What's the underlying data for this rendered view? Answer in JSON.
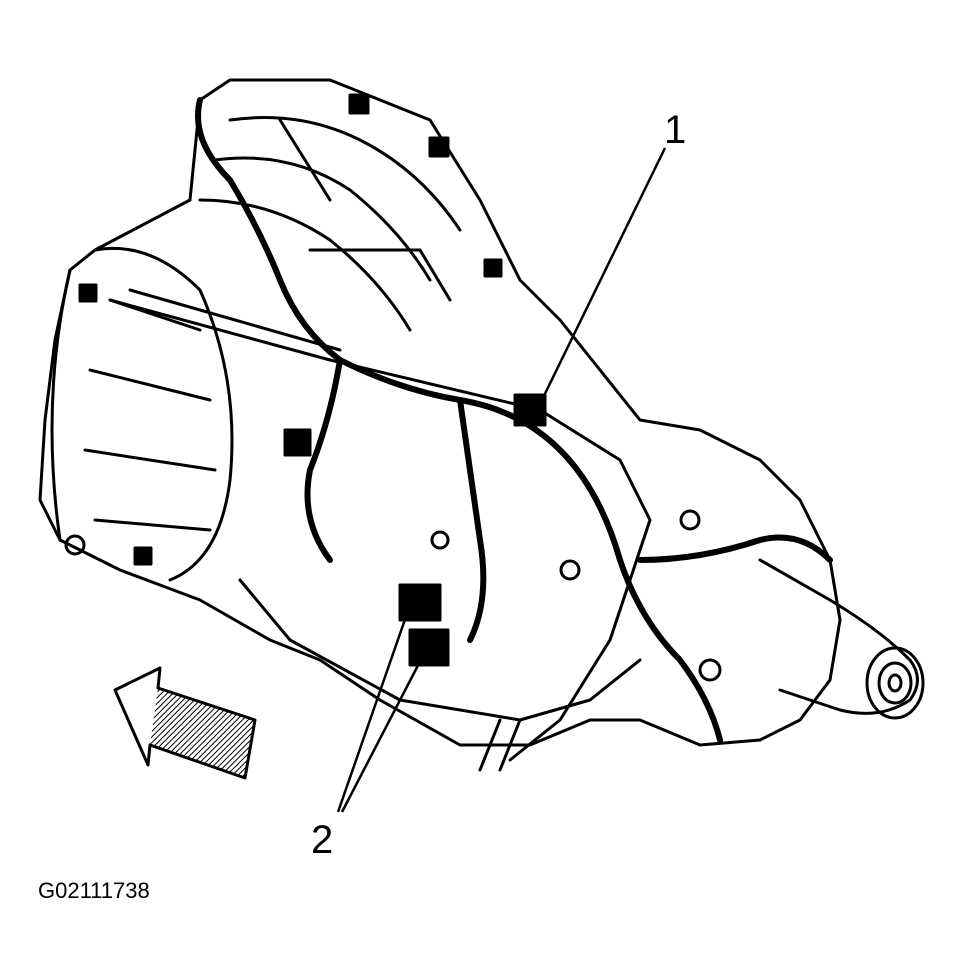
{
  "figure": {
    "id": "G02111738",
    "callouts": [
      {
        "label": "1"
      },
      {
        "label": "2"
      }
    ],
    "colors": {
      "line": "#000000",
      "background": "#ffffff"
    }
  }
}
